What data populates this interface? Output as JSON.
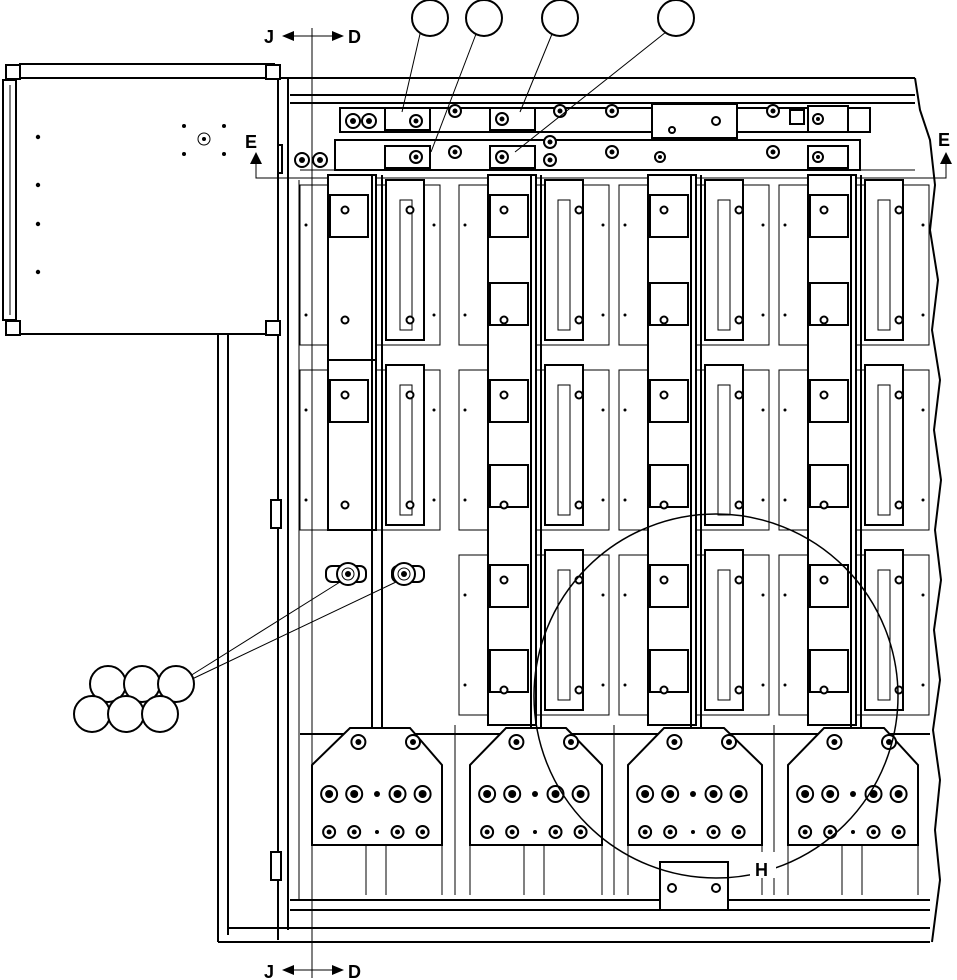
{
  "section_labels": {
    "top_left": "J",
    "top_right": "D",
    "bottom_left": "J",
    "bottom_right": "D",
    "view_left": "E",
    "view_right": "E"
  },
  "detail_label": "H",
  "callouts": {
    "top_row": [
      "",
      "",
      "",
      ""
    ],
    "cluster": [
      "",
      "",
      "",
      "",
      "",
      ""
    ]
  }
}
